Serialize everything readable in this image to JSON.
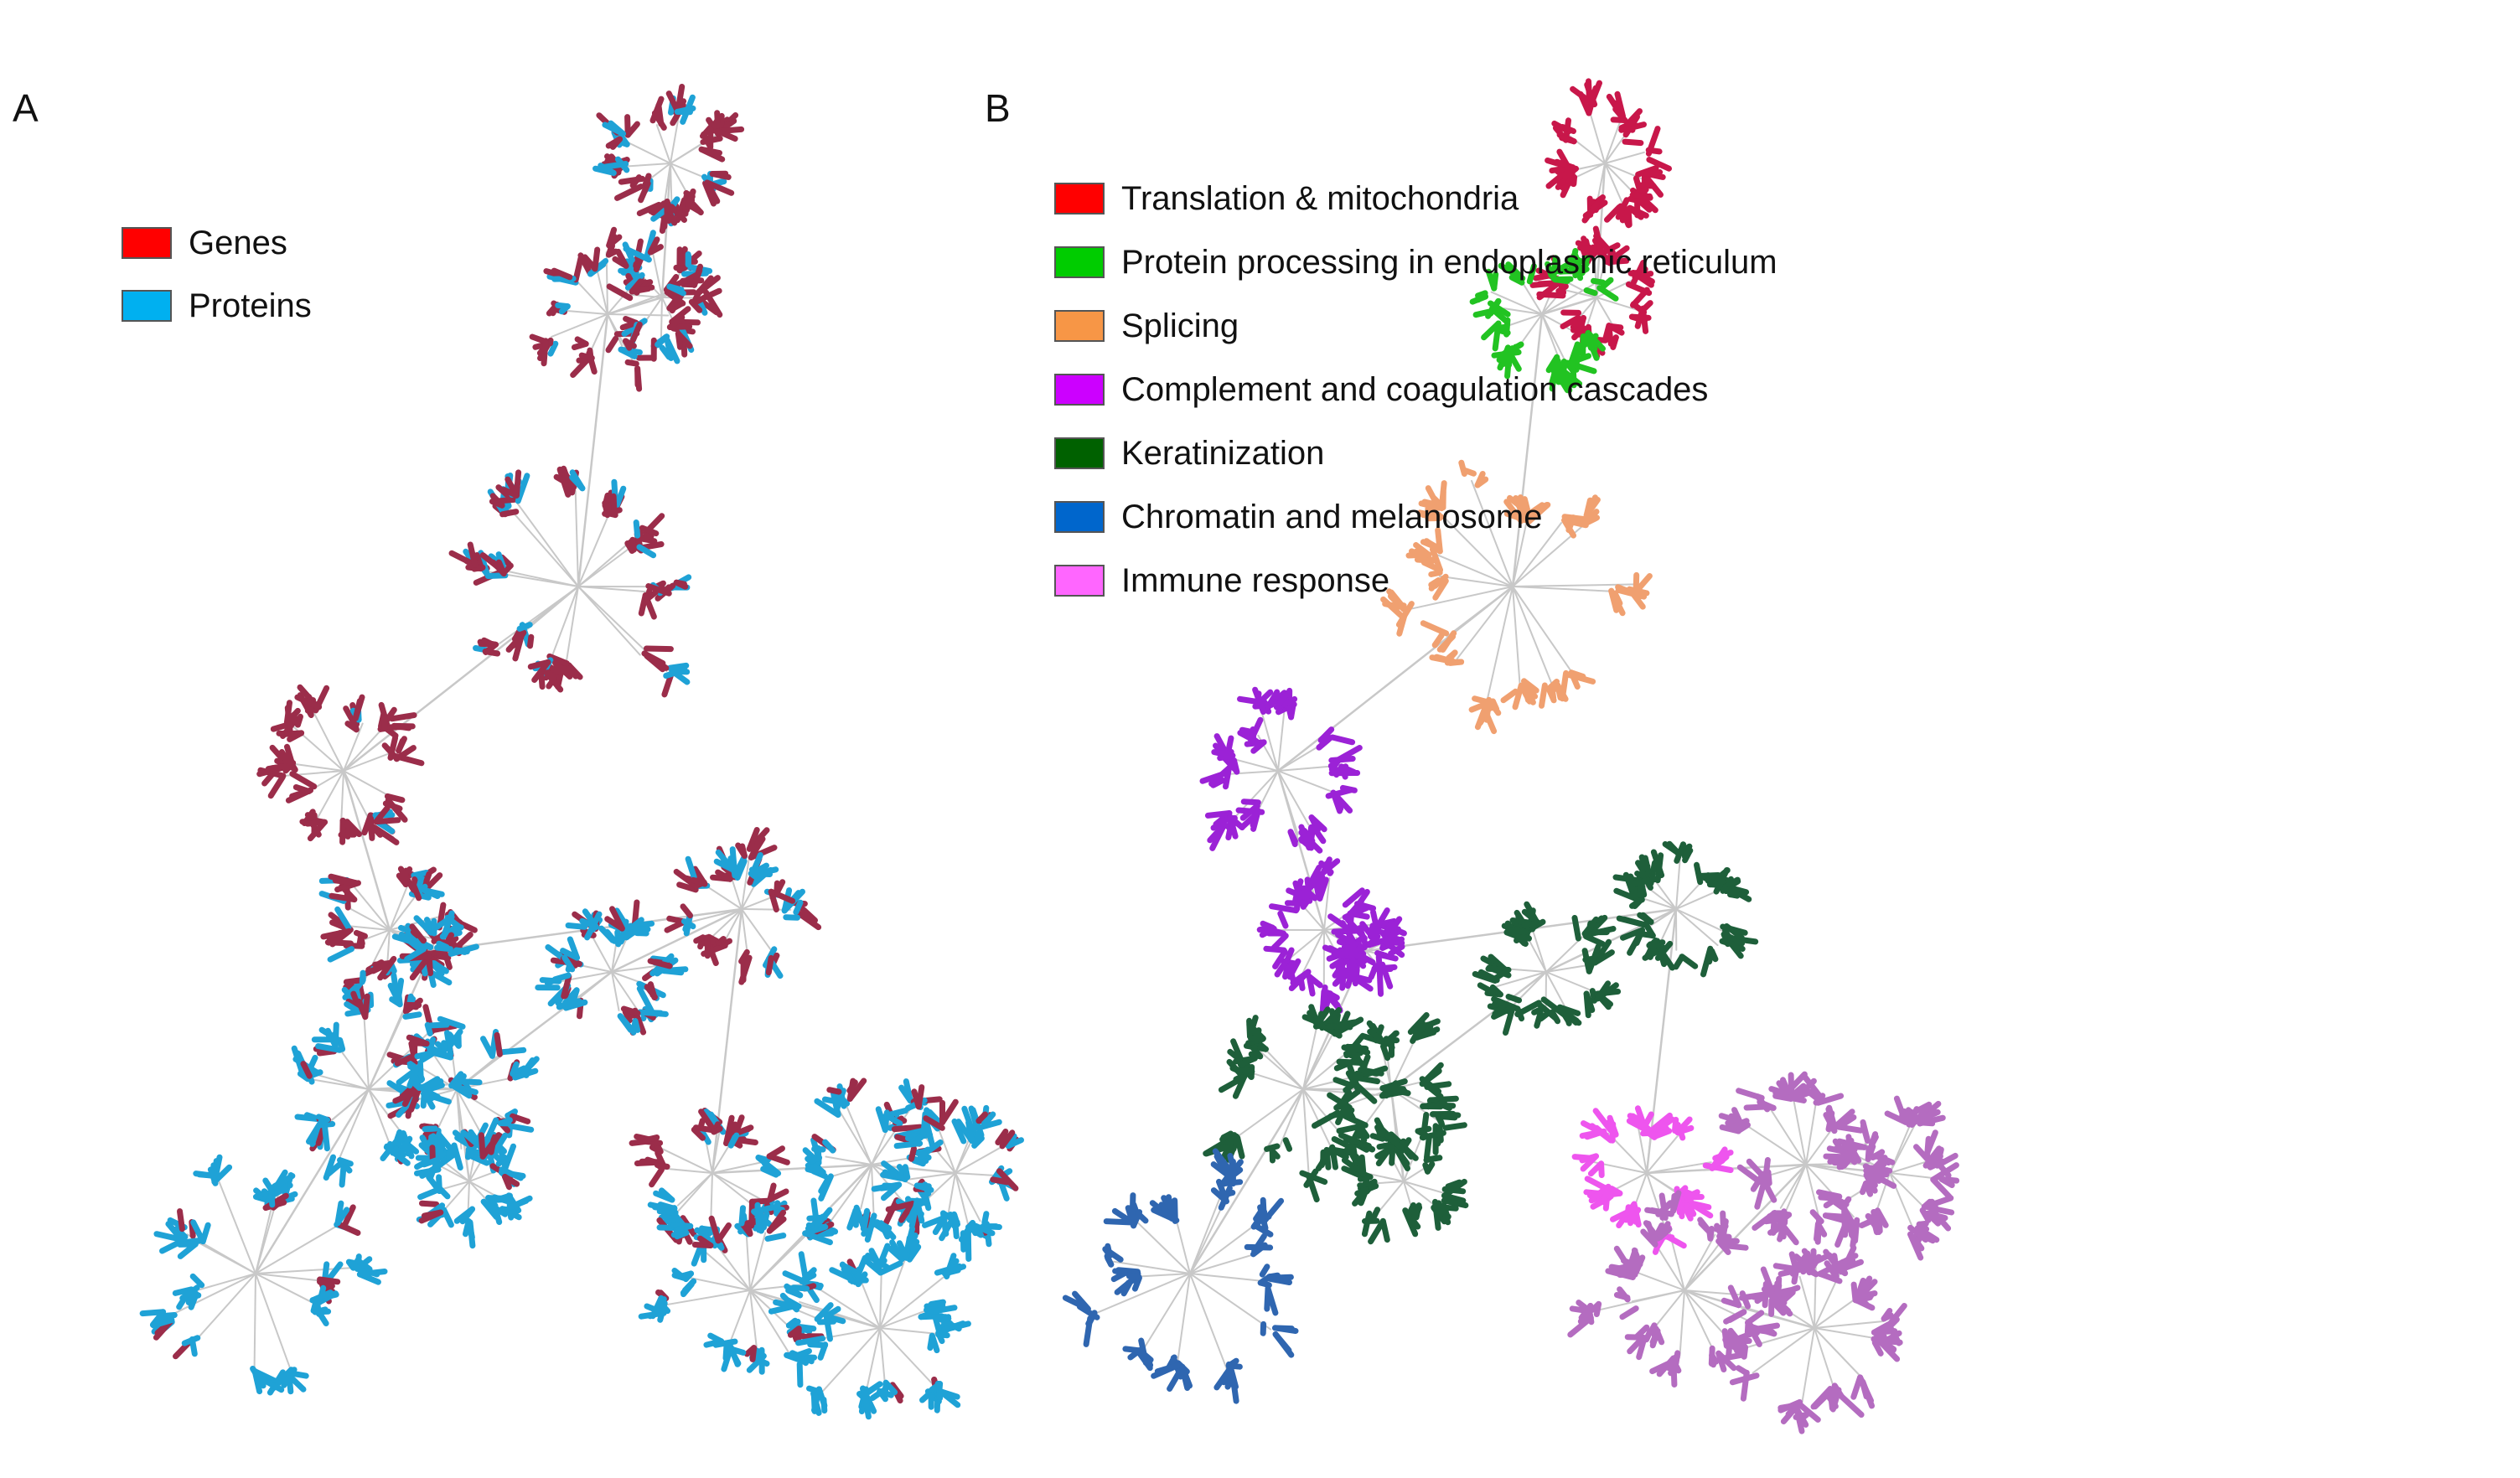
{
  "panels": {
    "a": {
      "label": "A"
    },
    "b": {
      "label": "B"
    }
  },
  "legend_a": [
    {
      "label": "Genes",
      "color": "#ff0000"
    },
    {
      "label": "Proteins",
      "color": "#00b0f0"
    }
  ],
  "legend_b": [
    {
      "label": "Translation & mitochondria",
      "color": "#ff0000"
    },
    {
      "label": "Protein processing in endoplasmic reticulum",
      "color": "#00cc00"
    },
    {
      "label": "Splicing",
      "color": "#f79646"
    },
    {
      "label": "Complement and coagulation cascades",
      "color": "#cc00ff"
    },
    {
      "label": "Keratinization",
      "color": "#006100"
    },
    {
      "label": "Chromatin and melanosome",
      "color": "#0066cc"
    },
    {
      "label": "Immune response",
      "color": "#ff66ff"
    }
  ],
  "network_colors": {
    "edge": "#c8c8c8",
    "gene_node": "#9b2d4a",
    "protein_node": "#1fa2d6",
    "translation": "#c8174a",
    "er": "#22c322",
    "splicing": "#f0a070",
    "complement": "#9b22d6",
    "keratin": "#1e5f3a",
    "chromatin": "#2f66b0",
    "immune_light": "#ee55ee",
    "immune": "#b46cc0"
  }
}
